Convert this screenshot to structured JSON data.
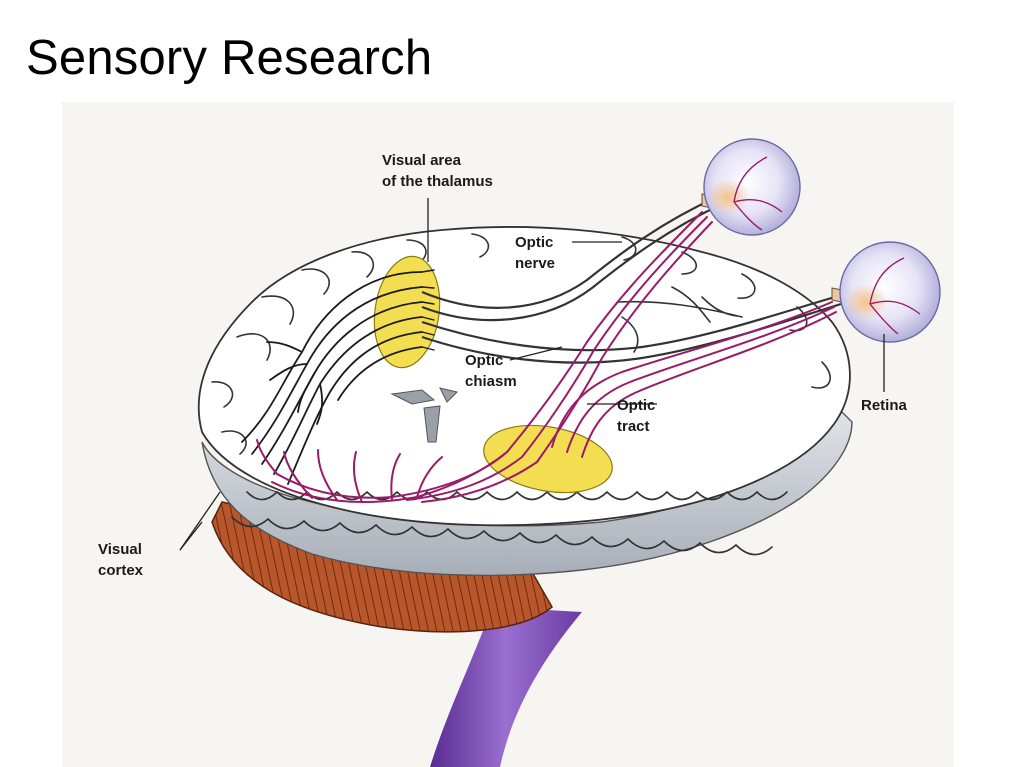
{
  "title": "Sensory Research",
  "labels": {
    "thalamus_line1": "Visual area",
    "thalamus_line2": "of the thalamus",
    "optic_nerve_line1": "Optic",
    "optic_nerve_line2": "nerve",
    "optic_chiasm_line1": "Optic",
    "optic_chiasm_line2": "chiasm",
    "optic_tract_line1": "Optic",
    "optic_tract_line2": "tract",
    "retina": "Retina",
    "visual_cortex_line1": "Visual",
    "visual_cortex_line2": "cortex"
  },
  "colors": {
    "background": "#f7f5f2",
    "brain_fill": "#ffffff",
    "brain_outline": "#333333",
    "gray_rim": "#b8bdc6",
    "cerebellum": "#b5532a",
    "brainstem": "#7a4ab0",
    "thalamus": "#f3de52",
    "visual_pathway": "#9b1a6a",
    "neuron": "#1b1b1b",
    "eyeball": "#d9d6f0"
  }
}
